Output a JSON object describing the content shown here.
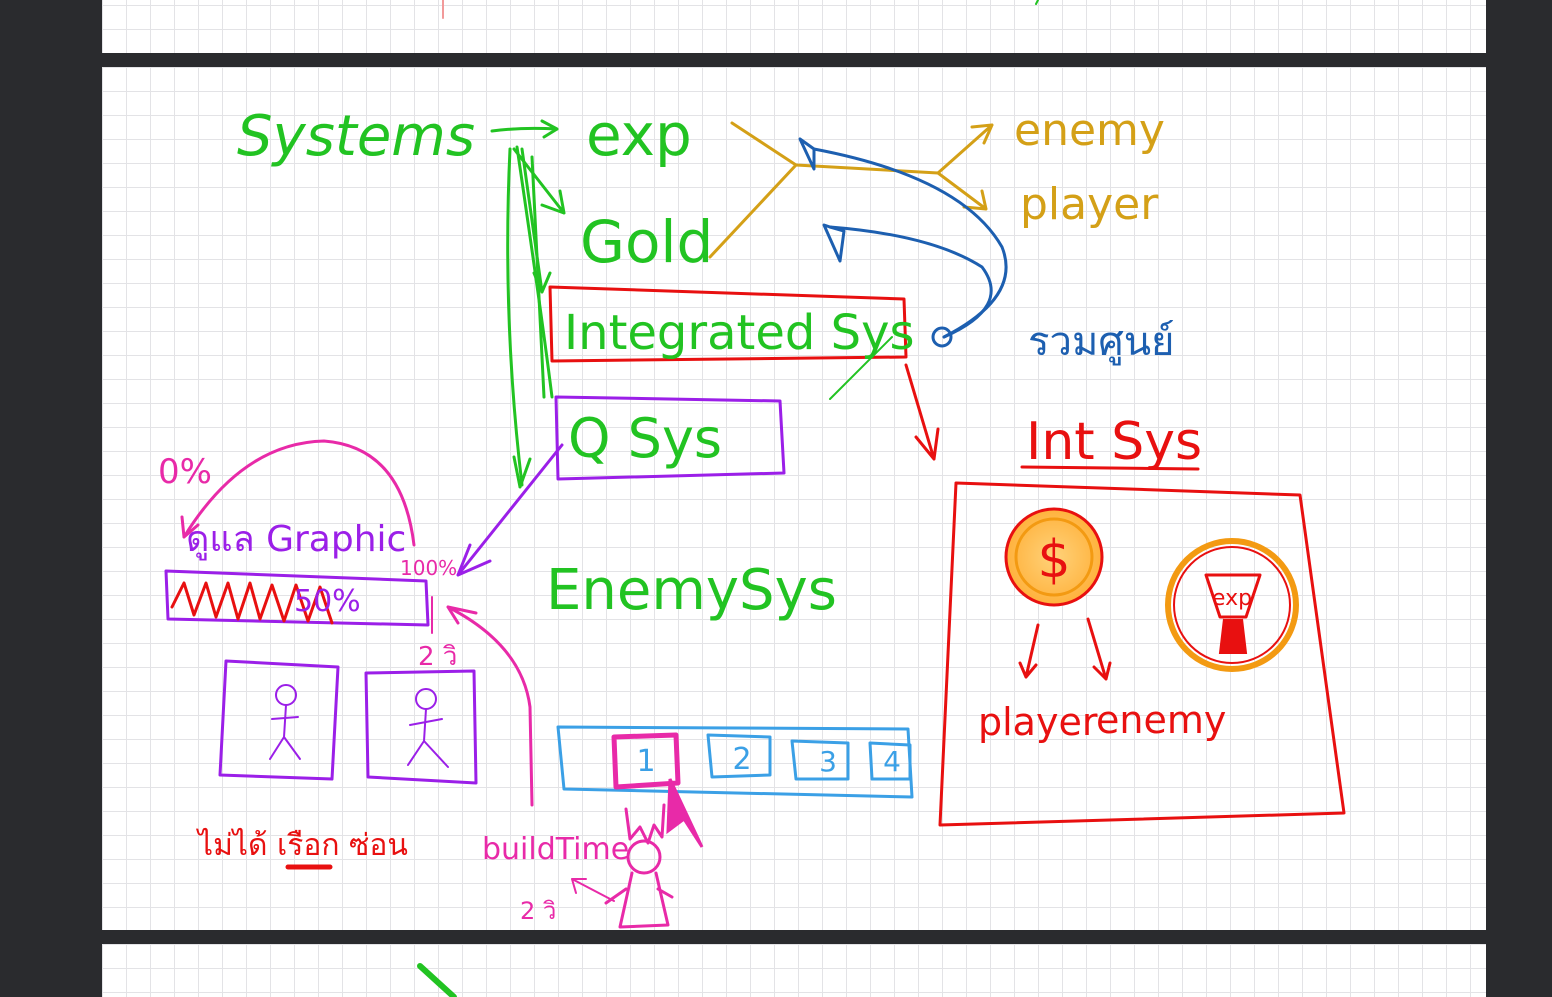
{
  "colors": {
    "green": "#22c322",
    "gold": "#d4a017",
    "red": "#e81010",
    "purple": "#9b1fe8",
    "blue": "#1d5fb0",
    "pink": "#e82aa8",
    "sky": "#3ba0e6",
    "orange": "#f39a12",
    "background": "#2a2b2e"
  },
  "notes": {
    "systems": "Systems",
    "exp": "exp",
    "gold": "Gold",
    "integrated": "Integrated Sys",
    "q_sys": "Q Sys",
    "enemy_sys": "EnemySys",
    "enemy_top": "enemy",
    "player_top": "player",
    "thai_center": "รวมศูนย์",
    "int_sys": "Int Sys",
    "coin_symbol": "$",
    "exp_badge": "exp",
    "player_bottom": "player",
    "enemy_bottom": "enemy",
    "zero_percent": "0%",
    "graphic_label": "ดูแล Graphic",
    "hundred_percent": "100%",
    "fifty_percent": "50%",
    "two_sec": "2 วิ",
    "thai_bottom_left": "ไม่ได้ เรือก ซ่อน",
    "build_time": "buildTime",
    "two_sec_bottom": "2 วิ",
    "slot_1": "1",
    "slot_2": "2",
    "slot_3": "3",
    "slot_4": "4"
  }
}
